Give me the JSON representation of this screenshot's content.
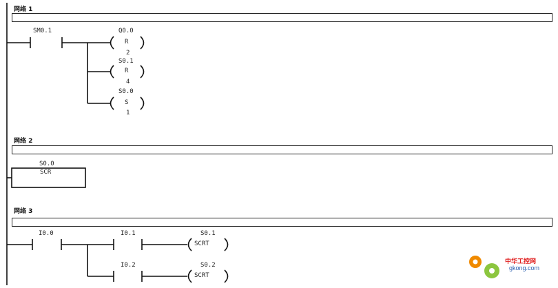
{
  "networks": [
    {
      "title": "网络 1",
      "contacts": [
        {
          "address": "SM0.1"
        }
      ],
      "coils": [
        {
          "address": "Q0.0",
          "instruction": "R",
          "count": "2"
        },
        {
          "address": "S0.1",
          "instruction": "R",
          "count": "4"
        },
        {
          "address": "S0.0",
          "instruction": "S",
          "count": "1"
        }
      ]
    },
    {
      "title": "网络 2",
      "box": {
        "address": "S0.0",
        "instruction": "SCR"
      }
    },
    {
      "title": "网络 3",
      "contacts": [
        {
          "address": "I0.0"
        },
        {
          "address": "I0.1"
        },
        {
          "address": "I0.2"
        }
      ],
      "coils": [
        {
          "address": "S0.1",
          "instruction": "SCRT"
        },
        {
          "address": "S0.2",
          "instruction": "SCRT"
        }
      ]
    }
  ],
  "watermark": {
    "text": "中华工控网",
    "url": "gkong.com",
    "colors": [
      "#f08a00",
      "#e02020",
      "#2a5fb0"
    ]
  }
}
